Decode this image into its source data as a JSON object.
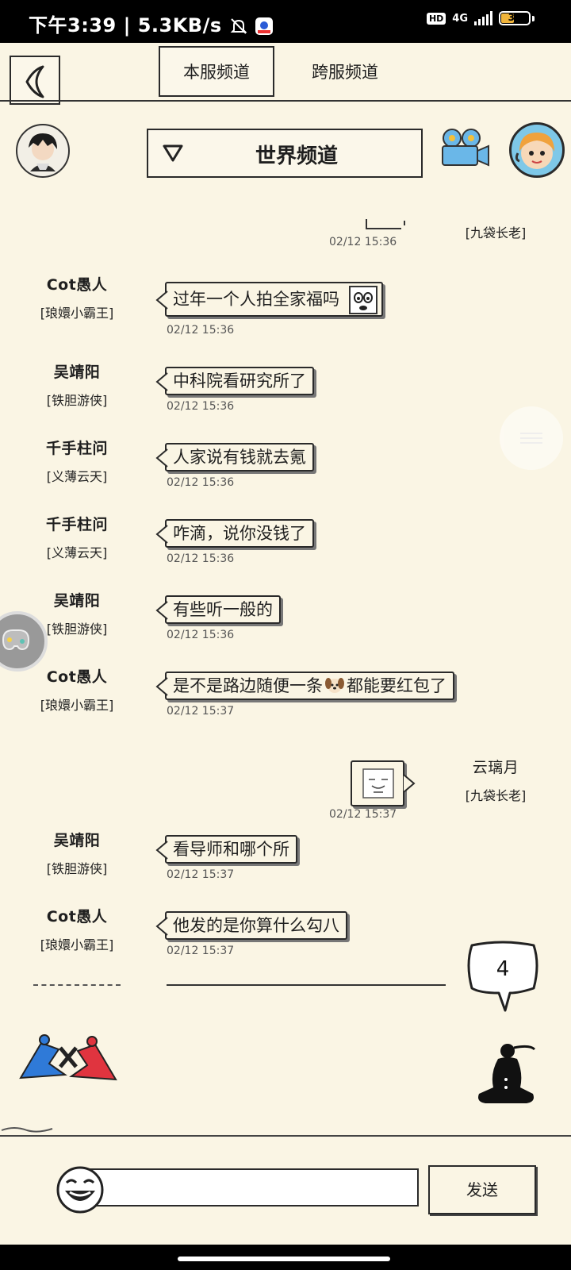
{
  "status_bar": {
    "time": "下午3:39",
    "speed": "5.3KB/s",
    "hd": "HD",
    "network": "4G",
    "battery": "38"
  },
  "tabs": [
    {
      "label": "本服频道",
      "active": true
    },
    {
      "label": "跨服频道",
      "active": false
    }
  ],
  "channel": {
    "label": "世界频道"
  },
  "messages": [
    {
      "side": "right",
      "sender": "",
      "title": "[九袋长老]",
      "time": "02/12 15:36"
    },
    {
      "side": "left",
      "sender": "Cot愚人",
      "title": "[琅嬛小霸王]",
      "text": "过年一个人拍全家福吗",
      "time": "02/12 15:36"
    },
    {
      "side": "left",
      "sender": "吴靖阳",
      "title": "[铁胆游侠]",
      "text": "中科院看研究所了",
      "time": "02/12 15:36"
    },
    {
      "side": "left",
      "sender": "千手柱问",
      "title": "[义薄云天]",
      "text": "人家说有钱就去氪",
      "time": "02/12 15:36"
    },
    {
      "side": "left",
      "sender": "千手柱问",
      "title": "[义薄云天]",
      "text": "咋滴，说你没钱了",
      "time": "02/12 15:36"
    },
    {
      "side": "left",
      "sender": "吴靖阳",
      "title": "[铁胆游侠]",
      "text": "有些听一般的",
      "time": "02/12 15:36"
    },
    {
      "side": "left",
      "sender": "Cot愚人",
      "title": "[琅嬛小霸王]",
      "text_before": "是不是路边随便一条",
      "text_after": "都能要红包了",
      "time": "02/12 15:37"
    },
    {
      "side": "right",
      "sender": "云璃月",
      "title": "[九袋长老]",
      "time": "02/12 15:37"
    },
    {
      "side": "left",
      "sender": "吴靖阳",
      "title": "[铁胆游侠]",
      "text": "看导师和哪个所",
      "time": "02/12 15:37"
    },
    {
      "side": "left",
      "sender": "Cot愚人",
      "title": "[琅嬛小霸王]",
      "text": "他发的是你算什么勾八",
      "time": "02/12 15:37"
    }
  ],
  "unread_count": "4",
  "input": {
    "value": "",
    "placeholder": ""
  },
  "send_label": "发送",
  "icons": {
    "back": "back-arrow-icon",
    "dropdown": "triangle-down-icon",
    "camera": "movie-camera-icon",
    "emoji": "laughing-face-icon"
  }
}
